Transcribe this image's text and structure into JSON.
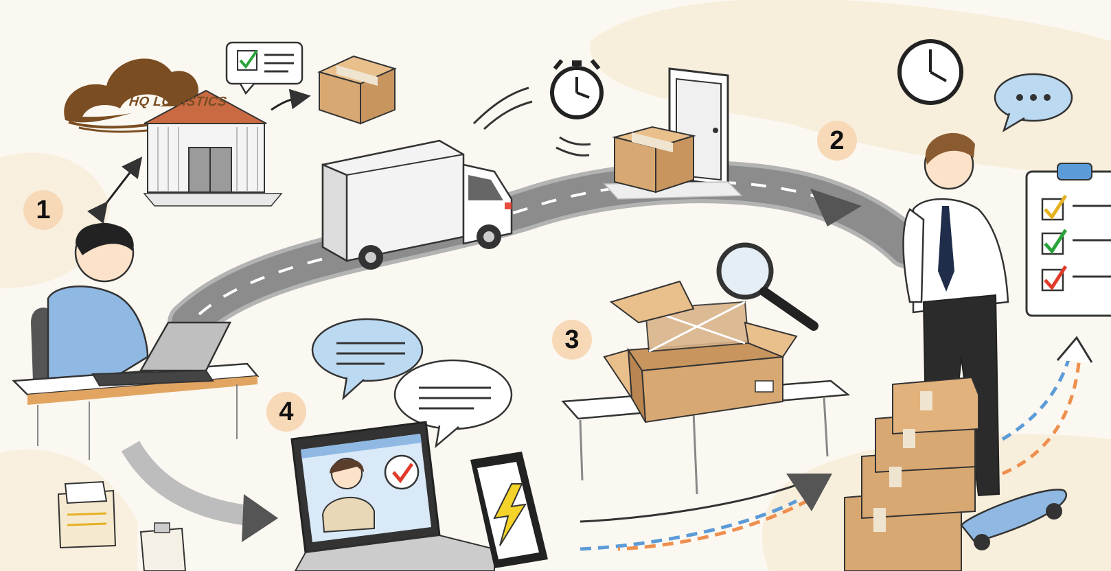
{
  "brand": {
    "name": "HQ LOGISTICS"
  },
  "steps": [
    {
      "label": "1"
    },
    {
      "label": "2"
    },
    {
      "label": "3"
    },
    {
      "label": "4"
    }
  ],
  "colors": {
    "background": "#fbf8f1",
    "step_badge": "#f7d9b8",
    "box": "#d8a873",
    "road": "#8c8c8c",
    "shirt_blue": "#8fb9e3",
    "bubble_blue": "#bcd9f2",
    "dash_orange": "#ee8f4e",
    "dash_blue": "#5b9bd8",
    "check_green": "#2aa43a",
    "check_red": "#e03a2a",
    "check_yellow": "#e5b021",
    "bolt_yellow": "#f4d32a",
    "logo_brown": "#7a4d22"
  },
  "icons": [
    "cloud-logo-icon",
    "warehouse-icon",
    "checklist-bubble-icon",
    "package-icon",
    "delivery-truck-icon",
    "alarm-clock-icon",
    "door-icon",
    "wall-clock-icon",
    "chat-bubble-icon",
    "clipboard-checklist-icon",
    "magnifier-icon",
    "laptop-icon",
    "smartphone-bolt-icon",
    "document-folder-icon"
  ]
}
